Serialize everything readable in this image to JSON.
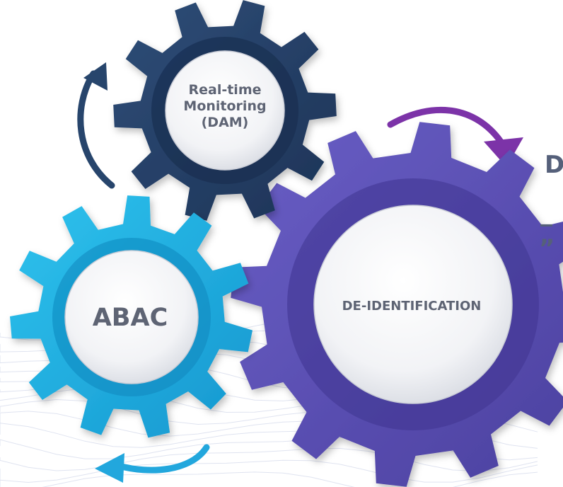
{
  "colors": {
    "navy_gear": "#26426a",
    "cyan_gear": "#1fb2e4",
    "purple_gear": "#5a4fb4",
    "navy_arrow": "#27456c",
    "purple_arrow": "#7c33a8",
    "cyan_arrow": "#22a7dd",
    "label_text": "#5e6474",
    "wave_lines": "#d7dcec"
  },
  "gears": [
    {
      "name": "Real-time Monitoring (DAM)",
      "lines": [
        "Real-time",
        "Monitoring",
        "(DAM)"
      ],
      "color": "navy_gear"
    },
    {
      "name": "ABAC",
      "lines": [
        "ABAC"
      ],
      "color": "cyan_gear"
    },
    {
      "name": "DE-IDENTIFICATION",
      "lines": [
        "DE-IDENTIFICATION"
      ],
      "color": "purple_gear"
    }
  ],
  "partial_text": [
    "D",
    "_",
    "”"
  ],
  "arrows": [
    {
      "name": "navy-arrow",
      "direction": "up"
    },
    {
      "name": "purple-arrow",
      "direction": "down-right"
    },
    {
      "name": "cyan-arrow",
      "direction": "left"
    }
  ]
}
